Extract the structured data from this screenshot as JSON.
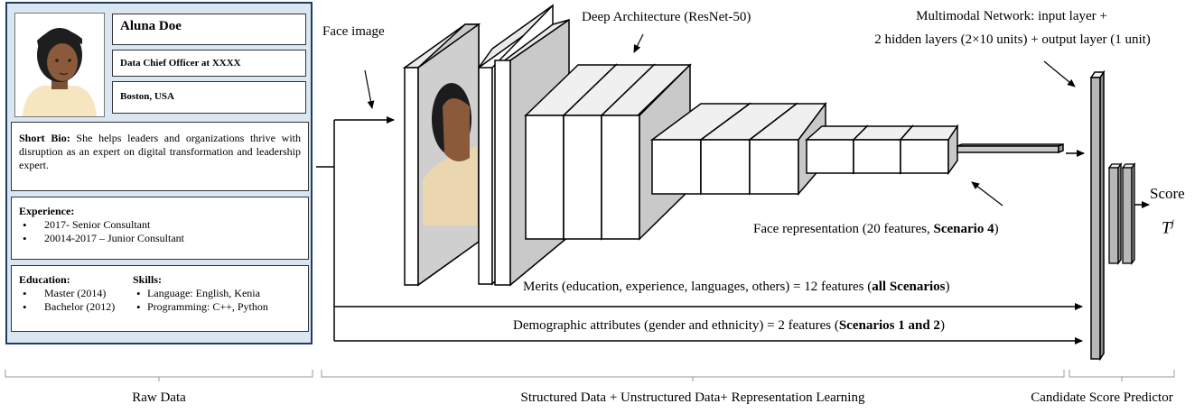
{
  "profile": {
    "name": "Aluna Doe",
    "job_title": "Data Chief Officer at XXXX",
    "location": "Boston, USA",
    "bio_label": "Short Bio:",
    "bio_text": " She helps leaders and organizations thrive with disruption as an expert on digital transformation and leadership expert.",
    "experience_label": "Experience:",
    "experience": [
      "2017- Senior Consultant",
      "20014-2017 – Junior Consultant"
    ],
    "education_label": "Education:",
    "education": [
      "Master (2014)",
      "Bachelor (2012)"
    ],
    "skills_label": "Skills:",
    "skills": [
      "Language: English, Kenia",
      "Programming: C++, Python"
    ]
  },
  "labels": {
    "face_image": "Face image",
    "deep_arch": "Deep Architecture (ResNet-50)",
    "multimodal_line1": "Multimodal Network: input layer +",
    "multimodal_line2": "2 hidden layers (2×10 units) + output layer (1 unit)",
    "face_repr_prefix": "Face representation (20 features, ",
    "face_repr_bold": "Scenario 4",
    "face_repr_suffix": ")",
    "merits_prefix": "Merits (education, experience, languages, others) = 12 features (",
    "merits_bold": "all Scenarios",
    "merits_suffix": ")",
    "demo_prefix": "Demographic attributes (gender and ethnicity) = 2 features (",
    "demo_bold": "Scenarios 1 and 2",
    "demo_suffix": ")",
    "score": "Score",
    "score_symbol": "T",
    "score_superscript": "j"
  },
  "sections": {
    "raw_data": "Raw Data",
    "structured": "Structured Data + Unstructured Data+ Representation Learning",
    "predictor": "Candidate Score Predictor"
  },
  "colors": {
    "cv_background": "#dbe6f3",
    "cv_border": "#1f3c63",
    "layer_grey": "#c8c8c8",
    "dark_grey": "#9a9a9a"
  }
}
